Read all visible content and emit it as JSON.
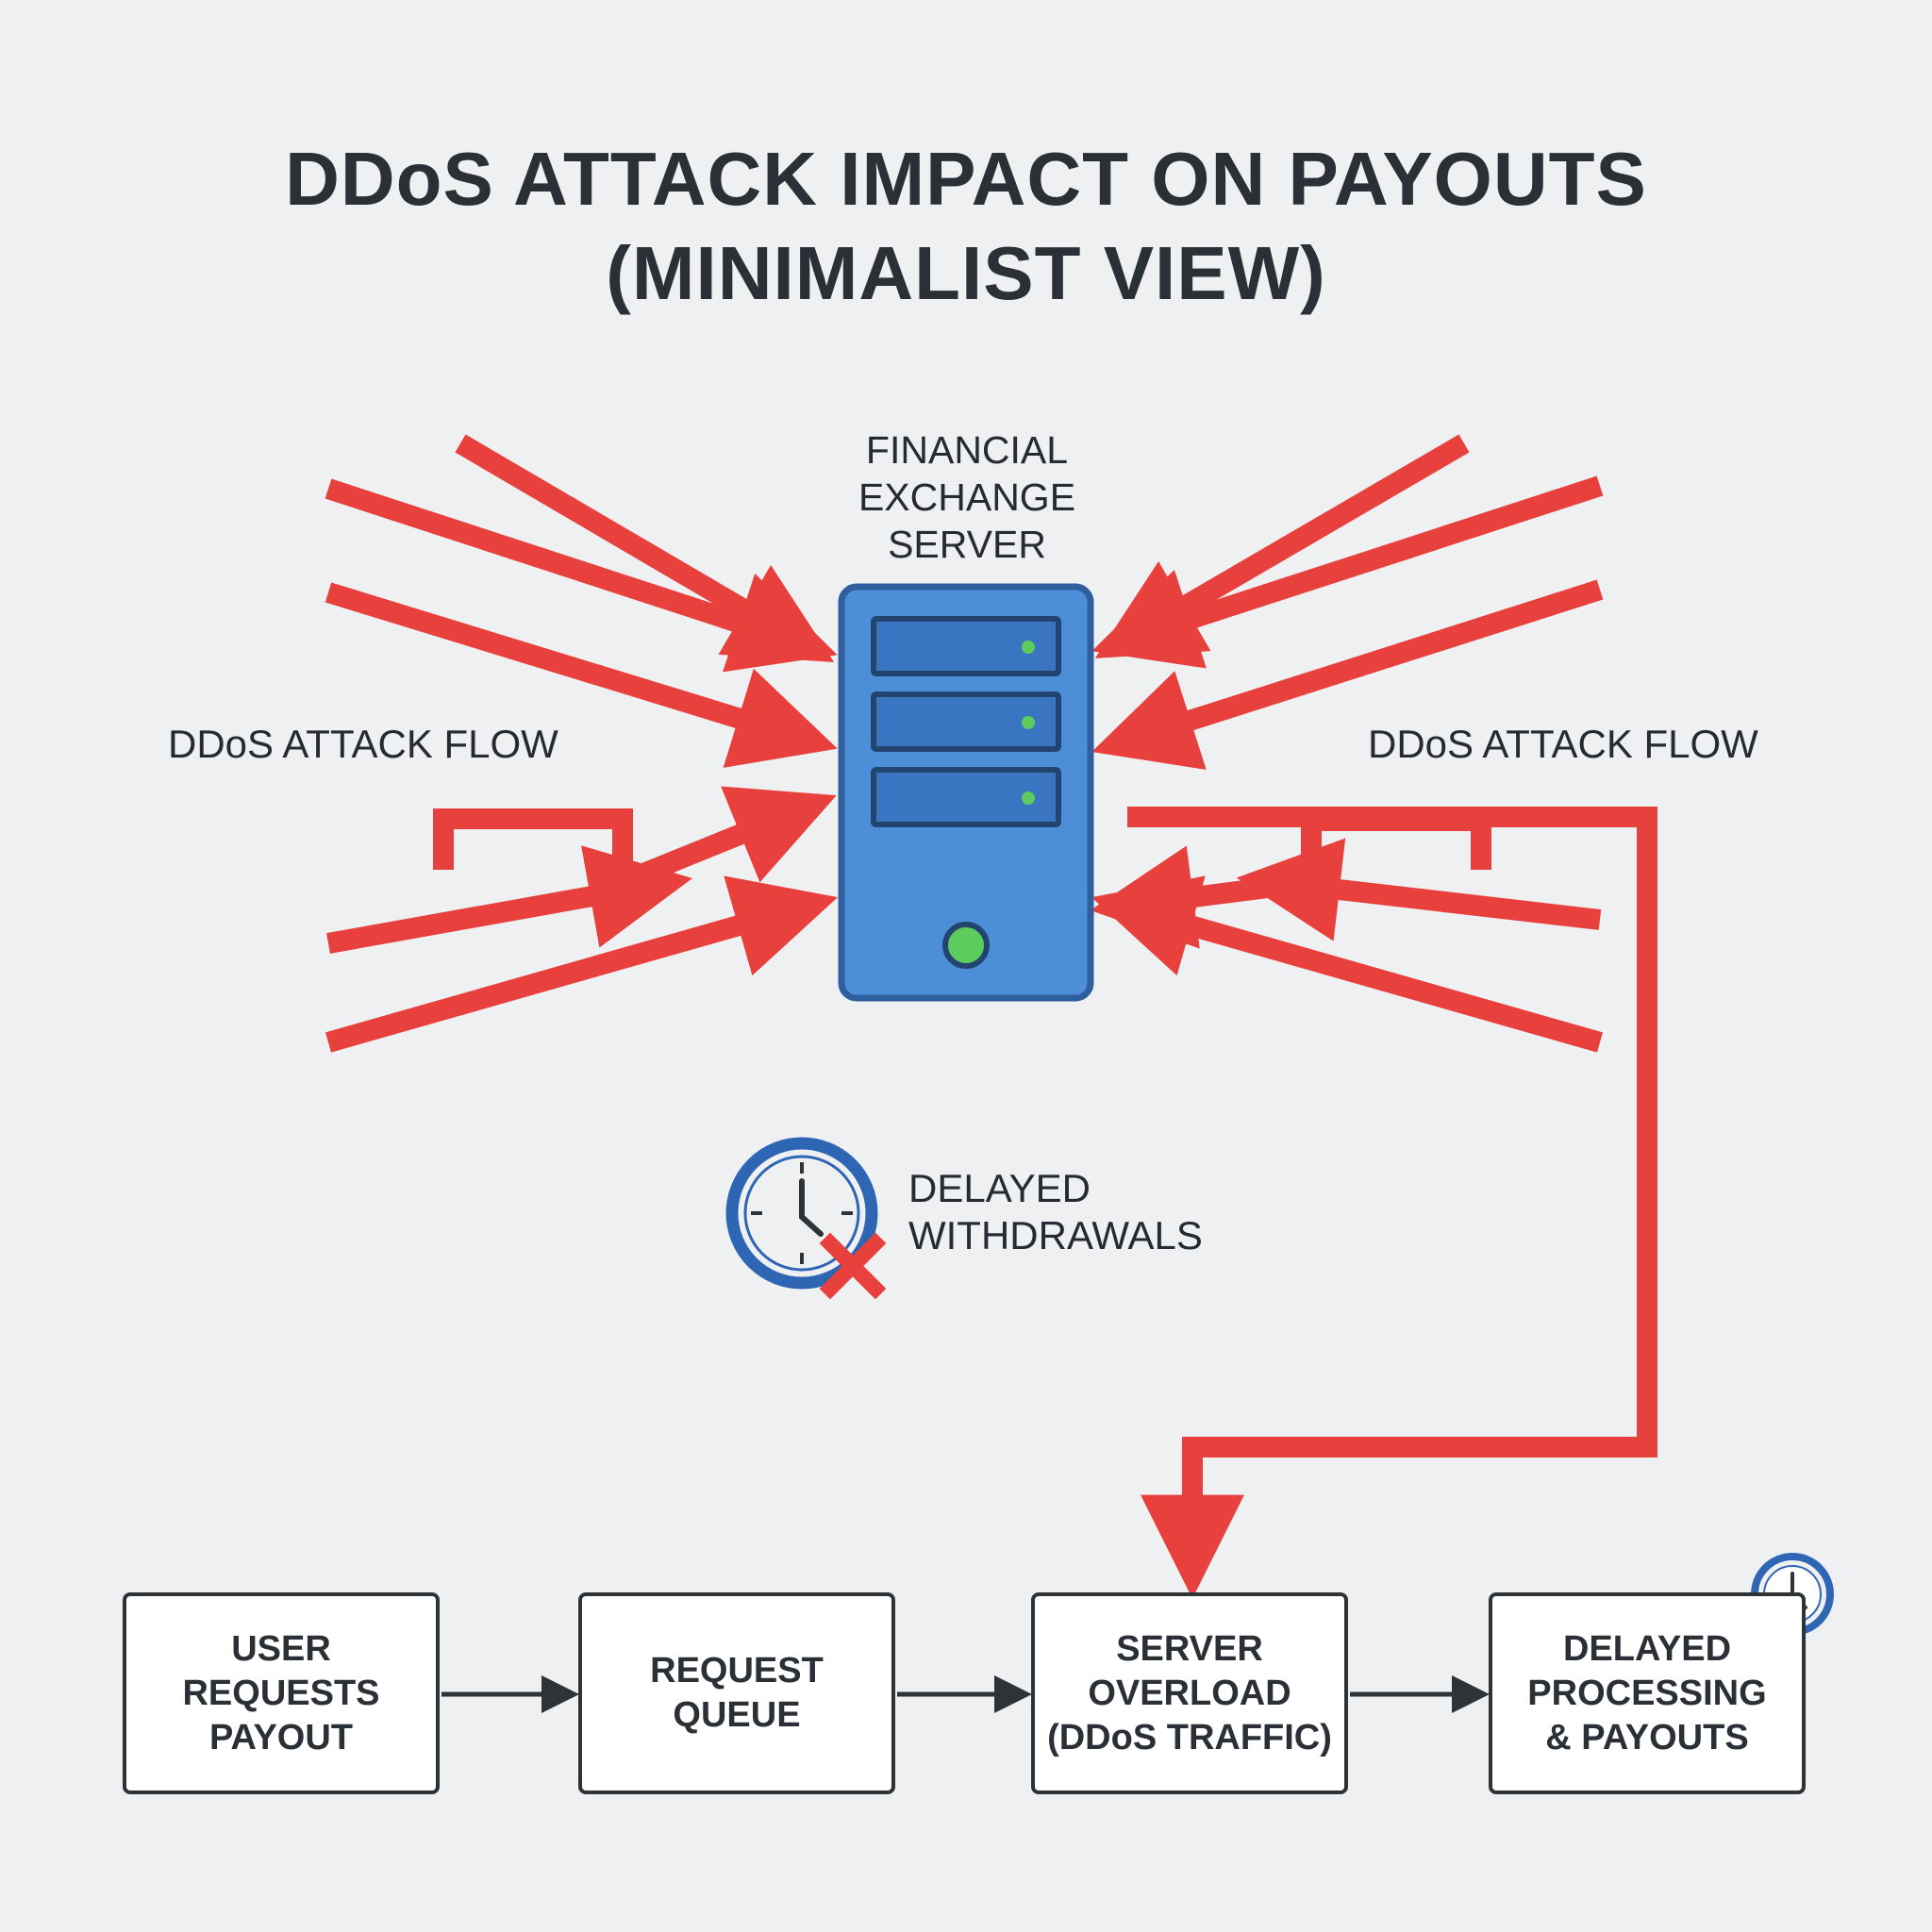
{
  "title": {
    "line1": "DDoS ATTACK IMPACT ON PAYOUTS",
    "line2": "(MINIMALIST VIEW)"
  },
  "server": {
    "label_lines": [
      "FINANCIAL",
      "EXCHANGE",
      "SERVER"
    ],
    "icon": "server-tower-icon"
  },
  "attack_flow": {
    "left_label": "DDoS ATTACK FLOW",
    "right_label": "DDoS ATTACK FLOW"
  },
  "delay_callout": {
    "icon": "clock-with-x-icon",
    "lines": [
      "DELAYED",
      "WITHDRAWALS"
    ]
  },
  "process_steps": [
    {
      "lines": [
        "USER",
        "REQUESTS",
        "PAYOUT"
      ]
    },
    {
      "lines": [
        "REQUEST",
        "QUEUE"
      ]
    },
    {
      "lines": [
        "SERVER",
        "OVERLOAD",
        "(DDoS TRAFFIC)"
      ]
    },
    {
      "lines": [
        "DELAYED",
        "PROCESSING",
        "& PAYOUTS"
      ],
      "badge_icon": "clock-icon"
    }
  ],
  "colors": {
    "attack_red": "#e8413d",
    "server_blue": "#4d8ed8",
    "server_border": "#2f5f9e",
    "led_green": "#5ccc5c",
    "outline_dark": "#2e3338",
    "background": "#eef0f2"
  }
}
